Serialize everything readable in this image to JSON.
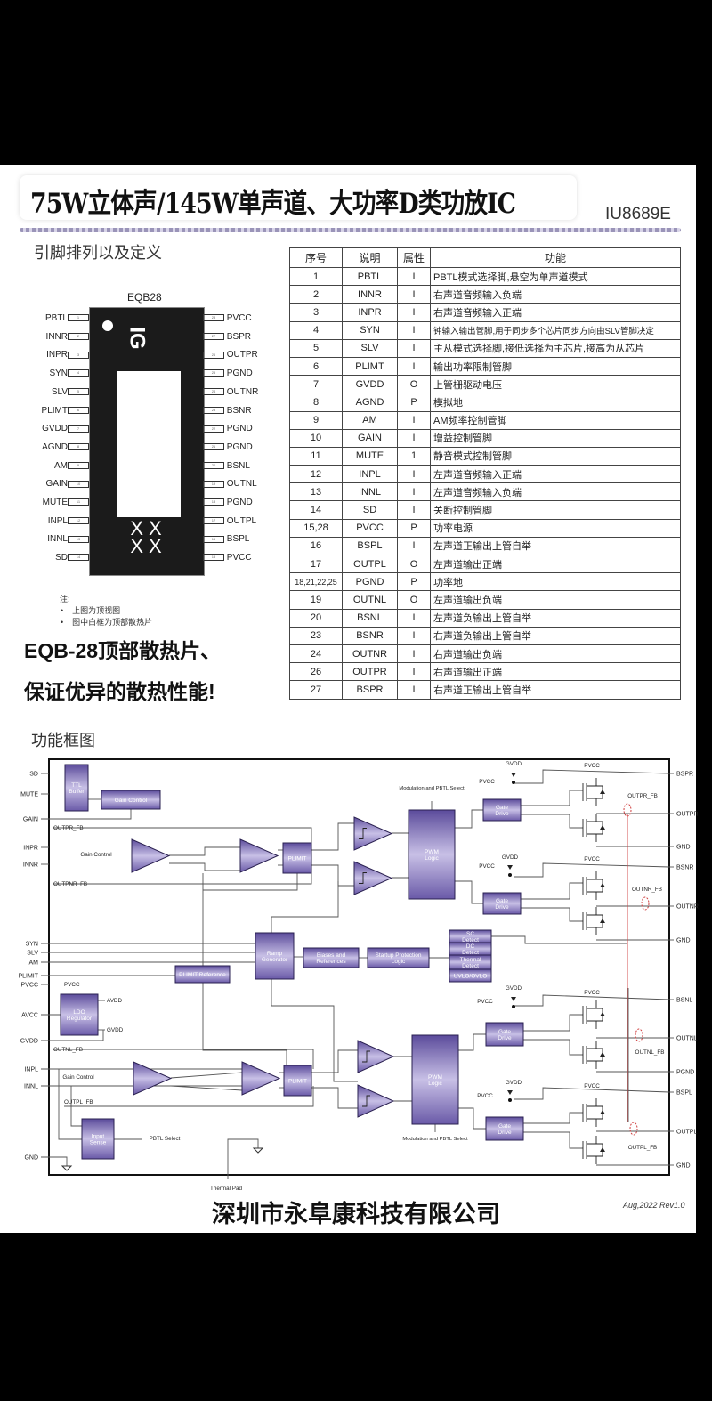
{
  "header": {
    "title": "75W立体声/145W单声道、大功率D类功放IC",
    "part_number": "IU8689E"
  },
  "pinout": {
    "section_title": "引脚排列以及定义",
    "package": "EQB28",
    "chip_marking": "IG",
    "chip_code": "XX XX",
    "left_pins": [
      {
        "n": "1",
        "name": "PBTL"
      },
      {
        "n": "2",
        "name": "INNR"
      },
      {
        "n": "3",
        "name": "INPR"
      },
      {
        "n": "4",
        "name": "SYN"
      },
      {
        "n": "5",
        "name": "SLV"
      },
      {
        "n": "6",
        "name": "PLIMT"
      },
      {
        "n": "7",
        "name": "GVDD"
      },
      {
        "n": "8",
        "name": "AGND"
      },
      {
        "n": "9",
        "name": "AM"
      },
      {
        "n": "10",
        "name": "GAIN"
      },
      {
        "n": "11",
        "name": "MUTE"
      },
      {
        "n": "12",
        "name": "INPL"
      },
      {
        "n": "13",
        "name": "INNL"
      },
      {
        "n": "14",
        "name": "SD"
      }
    ],
    "right_pins": [
      {
        "n": "28",
        "name": "PVCC"
      },
      {
        "n": "27",
        "name": "BSPR"
      },
      {
        "n": "26",
        "name": "OUTPR"
      },
      {
        "n": "25",
        "name": "PGND"
      },
      {
        "n": "24",
        "name": "OUTNR"
      },
      {
        "n": "23",
        "name": "BSNR"
      },
      {
        "n": "22",
        "name": "PGND"
      },
      {
        "n": "21",
        "name": "PGND"
      },
      {
        "n": "20",
        "name": "BSNL"
      },
      {
        "n": "19",
        "name": "OUTNL"
      },
      {
        "n": "18",
        "name": "PGND"
      },
      {
        "n": "17",
        "name": "OUTPL"
      },
      {
        "n": "16",
        "name": "BSPL"
      },
      {
        "n": "15",
        "name": "PVCC"
      }
    ],
    "notes_title": "注:",
    "notes": [
      "上图为顶视图",
      "图中白框为顶部散热片"
    ]
  },
  "promo": {
    "line1": "EQB-28顶部散热片、",
    "line2": "保证优异的散热性能!"
  },
  "pin_table": {
    "headers": [
      "序号",
      "说明",
      "属性",
      "功能"
    ],
    "rows": [
      [
        "1",
        "PBTL",
        "I",
        "PBTL模式选择脚,悬空为单声道模式"
      ],
      [
        "2",
        "INNR",
        "I",
        "右声道音频输入负端"
      ],
      [
        "3",
        "INPR",
        "I",
        "右声道音频输入正端"
      ],
      [
        "4",
        "SYN",
        "I",
        "钟输入输出管脚,用于同步多个芯片同步方向由SLV管脚决定"
      ],
      [
        "5",
        "SLV",
        "I",
        "主从模式选择脚,接低选择为主芯片,接高为从芯片"
      ],
      [
        "6",
        "PLIMT",
        "I",
        "输出功率限制管脚"
      ],
      [
        "7",
        "GVDD",
        "O",
        "上管栅驱动电压"
      ],
      [
        "8",
        "AGND",
        "P",
        "模拟地"
      ],
      [
        "9",
        "AM",
        "I",
        "AM频率控制管脚"
      ],
      [
        "10",
        "GAIN",
        "I",
        "增益控制管脚"
      ],
      [
        "11",
        "MUTE",
        "1",
        "静音模式控制管脚"
      ],
      [
        "12",
        "INPL",
        "I",
        "左声道音频输入正端"
      ],
      [
        "13",
        "INNL",
        "I",
        "左声道音频输入负端"
      ],
      [
        "14",
        "SD",
        "I",
        "关断控制管脚"
      ],
      [
        "15,28",
        "PVCC",
        "P",
        "功率电源"
      ],
      [
        "16",
        "BSPL",
        "I",
        "左声道正输出上管自举"
      ],
      [
        "17",
        "OUTPL",
        "O",
        "左声道输出正端"
      ],
      [
        "18,21,22,25",
        "PGND",
        "P",
        "功率地"
      ],
      [
        "19",
        "OUTNL",
        "O",
        "左声道输出负端"
      ],
      [
        "20",
        "BSNL",
        "I",
        "左声道负输出上管自举"
      ],
      [
        "23",
        "BSNR",
        "I",
        "右声道负输出上管自举"
      ],
      [
        "24",
        "OUTNR",
        "I",
        "右声道输出负端"
      ],
      [
        "26",
        "OUTPR",
        "I",
        "右声道输出正端"
      ],
      [
        "27",
        "BSPR",
        "I",
        "右声道正输出上管自举"
      ]
    ]
  },
  "block_diagram": {
    "section_title": "功能框图",
    "left_pins": [
      "SD",
      "MUTE",
      "GAIN",
      "INPR",
      "INNR",
      "SYN",
      "SLV",
      "AM",
      "PLIMIT",
      "PVCC",
      "AVCC",
      "GVDD",
      "INPL",
      "INNL",
      "GND"
    ],
    "right_pins": [
      "BSPR",
      "OUTPR",
      "GND",
      "BSNR",
      "OUTNR",
      "GND",
      "BSNL",
      "OUTNL",
      "PGND",
      "BSPL",
      "OUTPL",
      "GND"
    ],
    "blocks": [
      "TTL Buffer",
      "Gain Control",
      "PLIMIT",
      "PWM Logic",
      "Gate Drive",
      "Gate Drive",
      "Ramp Generator",
      "Biases and References",
      "Startup Protection Logic",
      "SC Detect",
      "DC Detect",
      "Thermal Detect",
      "UVLO/OVLO",
      "PLIMIT Reference",
      "LDO Regulator",
      "PLIMIT",
      "PWM Logic",
      "Gate Drive",
      "Gate Drive",
      "Input Sense"
    ],
    "labels": [
      "OUTPR_FB",
      "OUTPNR_FB",
      "Gain Control",
      "Modulation and PBTL Select",
      "PVCC",
      "GVDD",
      "PVCC",
      "OUTPR_FB",
      "PVCC",
      "GVDD",
      "PVCC",
      "OUTNR_FB",
      "PVCC",
      "AVDD",
      "GVDD",
      "OUTNL_FB",
      "Gain Control",
      "OUTPL_FB",
      "PBTL Select",
      "Modulation and PBTL Select",
      "GVDD",
      "PVCC",
      "PVCC",
      "OUTNL_FB",
      "GVDD",
      "PVCC",
      "PVCC",
      "OUTPL_FB",
      "Thermal Pad"
    ],
    "block_color": "#6a5aa8",
    "feedback_color": "#d04040"
  },
  "footer": {
    "company": "深圳市永阜康科技有限公司",
    "revision": "Aug,2022  Rev1.0"
  }
}
